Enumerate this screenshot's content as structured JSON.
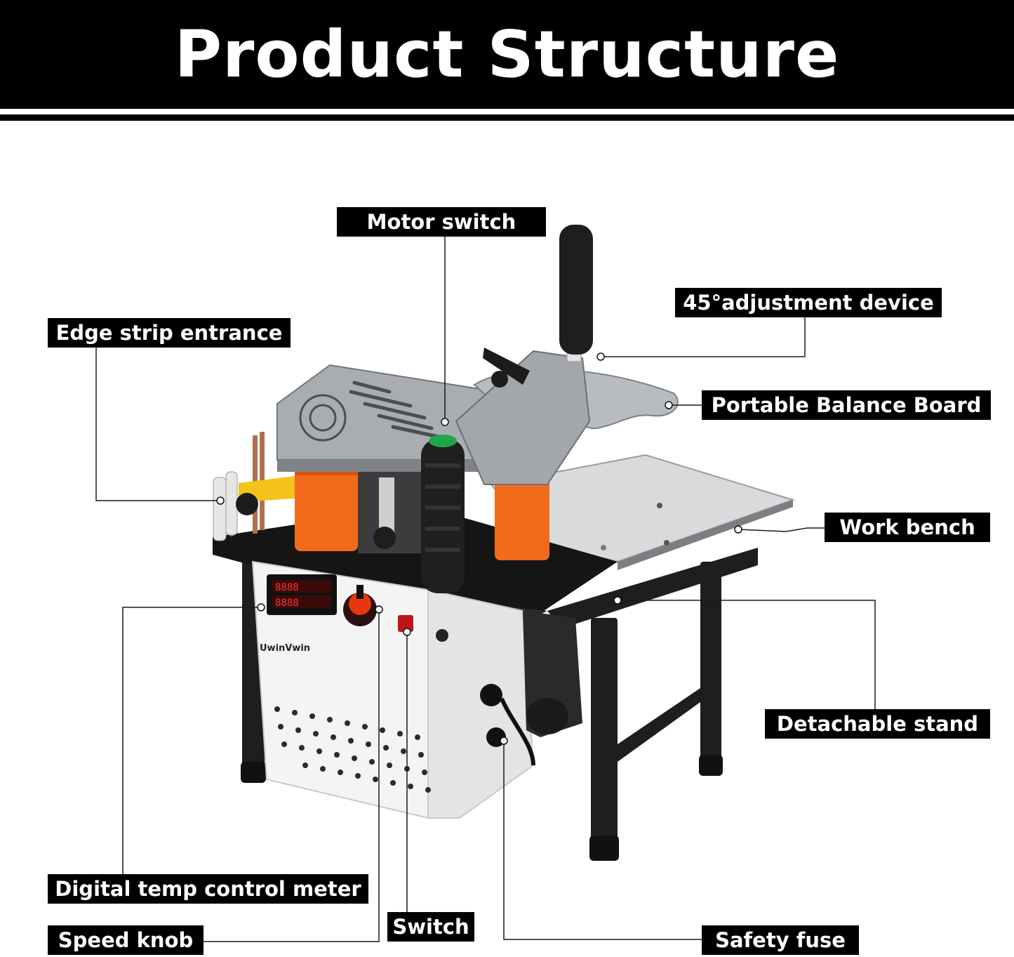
{
  "title": "Product Structure",
  "brand": "UwinVwin",
  "labels": {
    "motor_switch": "Motor switch",
    "adjustment_device": "45°adjustment device",
    "edge_strip_entrance": "Edge strip entrance",
    "balance_board": "Portable Balance Board",
    "work_bench": "Work bench",
    "detachable_stand": "Detachable stand",
    "temp_meter": "Digital temp control meter",
    "speed_knob": "Speed knob",
    "switch": "Switch",
    "safety_fuse": "Safety fuse"
  },
  "colors": {
    "label_bg": "#000000",
    "label_text": "#ffffff",
    "roller_orange": "#f26a1b",
    "casting_gray": "#a9adb1",
    "bench_silver": "#d9dadc",
    "body_white": "#f4f4f4"
  }
}
